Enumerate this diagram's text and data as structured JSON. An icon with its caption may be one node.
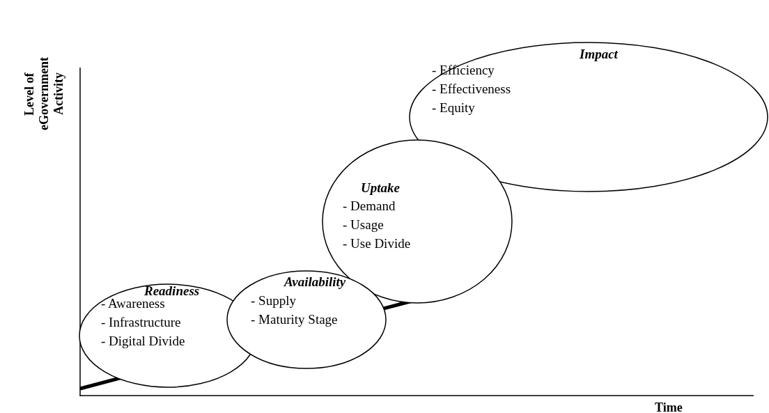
{
  "diagram": {
    "nodes": [
      {
        "text": [
          "Readiness",
          "- Awareness",
          "- Infrastructure",
          "- Digital Divide"
        ]
      },
      {
        "text": [
          "Availability",
          "- Supply",
          "- Maturity Stage"
        ]
      },
      {
        "text": [
          "Uptake",
          "- Demand",
          "- Usage",
          "- Use Divide"
        ]
      },
      {
        "text": [
          "Impact",
          "- Efficiency",
          "- Effectiveness",
          "- Equity"
        ]
      }
    ],
    "labels": [
      "Level of eGovernment Activity",
      "Time"
    ]
  }
}
